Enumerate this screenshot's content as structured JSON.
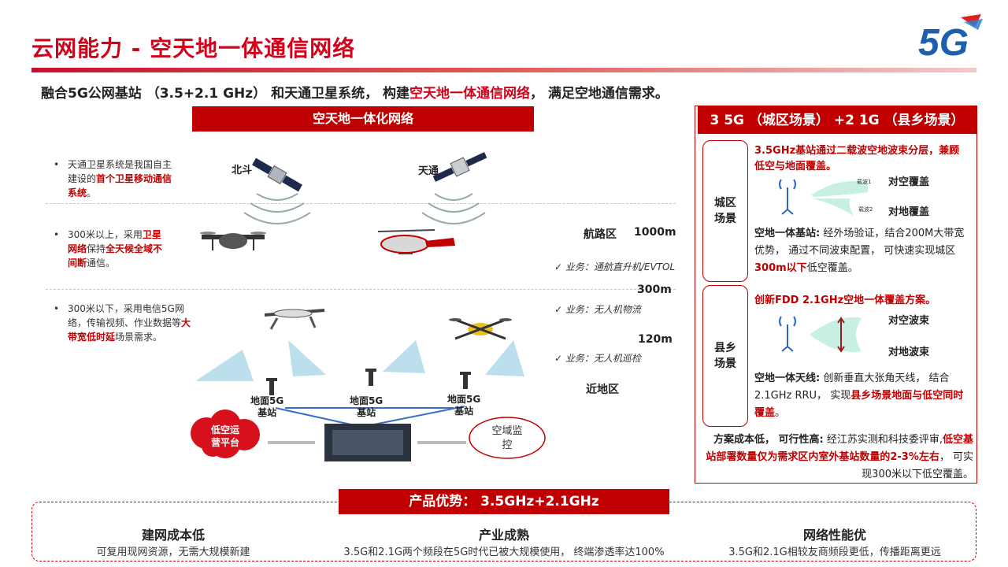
{
  "header": {
    "title": "云网能力 - 空天地一体通信网络",
    "logo_text": "5G"
  },
  "intro": {
    "part1": "融合5G公网基站 （3.5+2.1 GHz） 和天通卫星系统， 构建",
    "highlight": "空天地一体通信网络",
    "part2": "， 满足空地通信需求。"
  },
  "diagram": {
    "heading": "空天地一体化网络",
    "bullets": [
      {
        "pre": "天通卫星系统是我国自主建设的",
        "hl": "首个卫星移动通信系统",
        "post": "。"
      },
      {
        "pre": "300米以上，采用",
        "hl": "卫星网络",
        "mid": "保持",
        "hl2": "全天候全域不间断",
        "post": "通信。"
      },
      {
        "pre": "300米以下，采用电信5G网络，传输视频、作业数据等",
        "hl": "大带宽低时延",
        "post": "场景需求。"
      }
    ],
    "satellites": [
      "北斗",
      "天通"
    ],
    "zones": {
      "route": "航路区",
      "alt_1000": "1000m",
      "alt_300": "300m",
      "alt_120": "120m",
      "near": "近地区"
    },
    "services": [
      "✓ 业务：通航直升机/EVTOL",
      "✓ 业务：无人机物流",
      "✓ 业务：无人机巡检"
    ],
    "base_stations": [
      "地面5G\n基站",
      "地面5G\n基站",
      "地面5G\n基站"
    ],
    "platform": "低空运\n营平台",
    "monitor": "空域监\n控"
  },
  "right": {
    "heading": "3 5G （城区场景） +2 1G （县乡场景）",
    "urban": {
      "label": "城区\n场景",
      "headline": "3.5GHz基站通过二载波空地波束分层，兼顾低空与地面覆盖。",
      "carrier1": "载波1",
      "carrier2": "载波2",
      "beam_air": "对空覆盖",
      "beam_ground": "对地覆盖",
      "body_bold": "空地一体基站:",
      "body_1": " 经外场验证，结合200M大带宽优势， 通过不同波束配置， 可快速实现城区",
      "body_hl": "300m以下",
      "body_2": "低空覆盖。"
    },
    "rural": {
      "label": "县乡\n场景",
      "headline": "创新FDD 2.1GHz空地一体覆盖方案。",
      "beam_air": "对空波束",
      "beam_ground": "对地波束",
      "body_bold": "空地一体天线:",
      "body_1": " 创新垂直大张角天线， 结合2.1GHz RRU， 实现",
      "body_hl": "县乡场景地面与低空同时覆盖",
      "body_2": "。"
    },
    "conclusion": {
      "bold": "方案成本低， 可行性高:",
      "text": " 经江苏实测和科技委评审,",
      "hl": "低空基站部署数量仅为需求区内室外基站数量的2-3%左右",
      "end": "， 可实现300米以下低空覆盖。"
    }
  },
  "advantages": {
    "heading": "产品优势： 3.5GHz+2.1GHz",
    "items": [
      {
        "title": "建网成本低",
        "desc": "可复用现网资源，无需大规模新建"
      },
      {
        "title": "产业成熟",
        "desc": "3.5G和2.1G两个频段在5G时代已被大规模使用， 终端渗透率达100%"
      },
      {
        "title": "网络性能优",
        "desc": "3.5G和2.1G相较友商频段更低，传播距离更远"
      }
    ]
  },
  "colors": {
    "brand_red": "#c00000",
    "title_red": "#d0021b",
    "logo_blue": "#1b5fae"
  }
}
